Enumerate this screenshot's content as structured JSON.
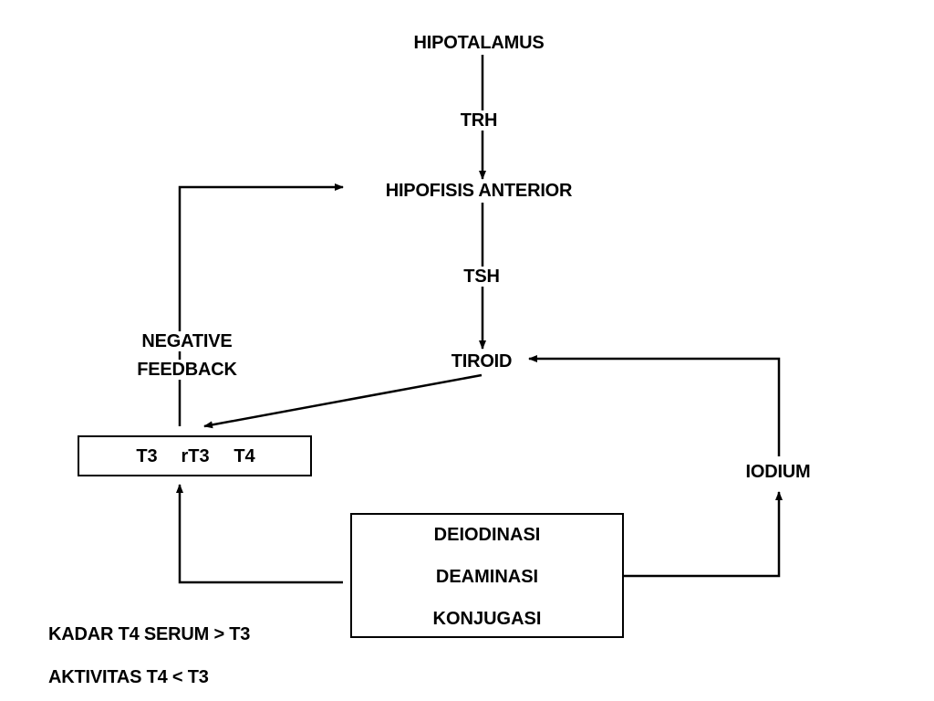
{
  "nodes": {
    "hipotalamus": "HIPOTALAMUS",
    "trh": "TRH",
    "hipofisis": "HIPOFISIS ANTERIOR",
    "tsh": "TSH",
    "tiroid": "TIROID",
    "negative_feedback_line1": "NEGATIVE",
    "negative_feedback_line2": "FEEDBACK",
    "iodium": "IODIUM"
  },
  "hormones_box": {
    "items": [
      "T3",
      "rT3",
      "T4"
    ]
  },
  "process_box": {
    "items": [
      "DEIODINASI",
      "DEAMINASI",
      "KONJUGASI"
    ]
  },
  "notes": [
    "KADAR T4 SERUM > T3",
    "AKTIVITAS T4 < T3"
  ]
}
